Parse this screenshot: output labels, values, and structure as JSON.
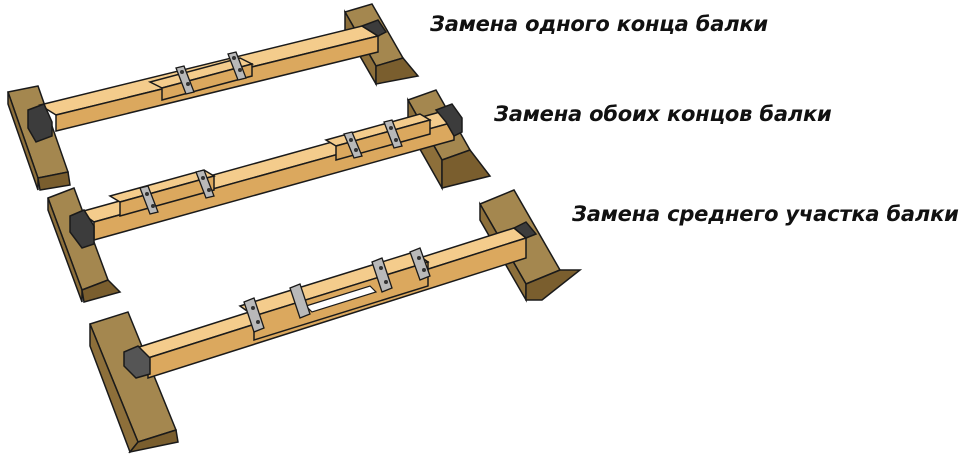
{
  "labels": {
    "one_end": "Замена одного конца балки",
    "both_ends": "Замена обоих концов балки",
    "middle": "Замена среднего участка балки"
  },
  "colors": {
    "support_top": "#a4874f",
    "support_front": "#8d6f3a",
    "support_side": "#7a5e2e",
    "beam_top": "#f4cc8c",
    "beam_side": "#dba85e",
    "beam_end": "#c08e4a",
    "old_beam_end": "#3c3c3c",
    "old_beam_side": "#6d6d6d",
    "plate": "#b9b9b9",
    "bolt": "#333333",
    "outline": "#1a1a1a"
  }
}
